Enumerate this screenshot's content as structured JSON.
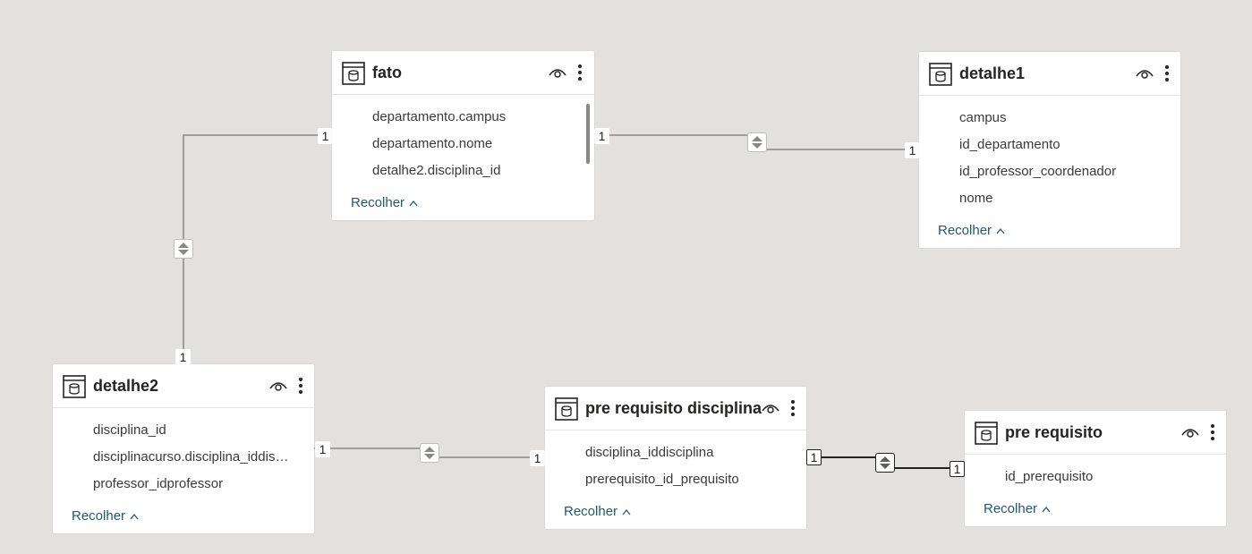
{
  "tables": {
    "fato": {
      "title": "fato",
      "fields": [
        "departamento.campus",
        "departamento.nome",
        "detalhe2.disciplina_id"
      ],
      "collapse": "Recolher"
    },
    "detalhe1": {
      "title": "detalhe1",
      "fields": [
        "campus",
        "id_departamento",
        "id_professor_coordenador",
        "nome"
      ],
      "collapse": "Recolher"
    },
    "detalhe2": {
      "title": "detalhe2",
      "fields": [
        "disciplina_id",
        "disciplinacurso.disciplina_iddisciplina",
        "professor_idprofessor"
      ],
      "collapse": "Recolher"
    },
    "prereq_disciplina": {
      "title": "pre requisito disciplina",
      "fields": [
        "disciplina_iddisciplina",
        "prerequisito_id_prequisito"
      ],
      "collapse": "Recolher"
    },
    "prereq": {
      "title": "pre requisito",
      "fields": [
        "id_prerequisito"
      ],
      "collapse": "Recolher"
    }
  },
  "relationships": {
    "fato_detalhe1": {
      "from": "1",
      "to": "1"
    },
    "fato_detalhe2": {
      "from": "1",
      "to": "1"
    },
    "detalhe2_prereqdisc": {
      "from": "1",
      "to": "1"
    },
    "prereqdisc_prereq": {
      "from": "1",
      "to": "1"
    }
  },
  "icons": {
    "table": "table-icon",
    "visibility": "eye-icon",
    "more": "more-options-icon",
    "cross_filter": "cross-filter-both-directions-icon",
    "collapse": "chevron-up-icon"
  },
  "colors": {
    "canvas": "#e2e1df",
    "card": "#ffffff",
    "line": "#8a8886",
    "active_line": "#252423",
    "collapse_link": "#1f5b6b"
  }
}
